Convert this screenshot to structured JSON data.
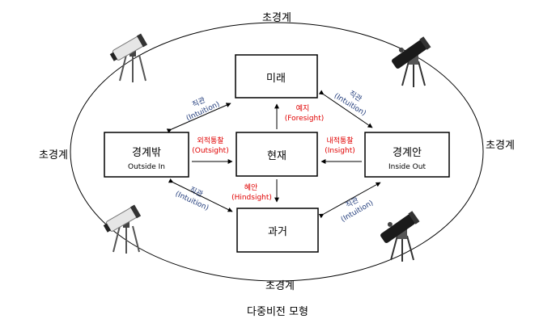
{
  "outer_labels": {
    "top": "초경계",
    "left": "초경계",
    "right": "초경계",
    "bottom": "초경계"
  },
  "boxes": {
    "future": {
      "label": "미래"
    },
    "present": {
      "label": "현재"
    },
    "past": {
      "label": "과거"
    },
    "outside": {
      "label": "경계밖",
      "sublabel": "Outside In"
    },
    "inside": {
      "label": "경계안",
      "sublabel": "Inside Out"
    }
  },
  "arrow_labels": {
    "foresight": {
      "ko": "예지",
      "en": "(Foresight)"
    },
    "outsight": {
      "ko": "외적통찰",
      "en": "(Outsight)"
    },
    "insight": {
      "ko": "내적통찰",
      "en": "(Insight)"
    },
    "hindsight": {
      "ko": "혜안",
      "en": "(Hindsight)"
    },
    "intuition_tl": {
      "ko": "직관",
      "en": "(Intuition)"
    },
    "intuition_tr": {
      "ko": "직관",
      "en": "(Intuition)"
    },
    "intuition_bl": {
      "ko": "직관",
      "en": "(Intuition)"
    },
    "intuition_br": {
      "ko": "직관",
      "en": "(Intuition)"
    }
  },
  "caption": "다중비전 모형",
  "icons": [
    "telescope-icon-top-left",
    "telescope-icon-top-right",
    "telescope-icon-bottom-left",
    "telescope-icon-bottom-right"
  ],
  "colors": {
    "red_label": "#e00000",
    "blue_label": "#1f3a7a",
    "line": "#000000",
    "telescope_dark": "#1a1a1a",
    "telescope_light": "#d8d8d8"
  }
}
